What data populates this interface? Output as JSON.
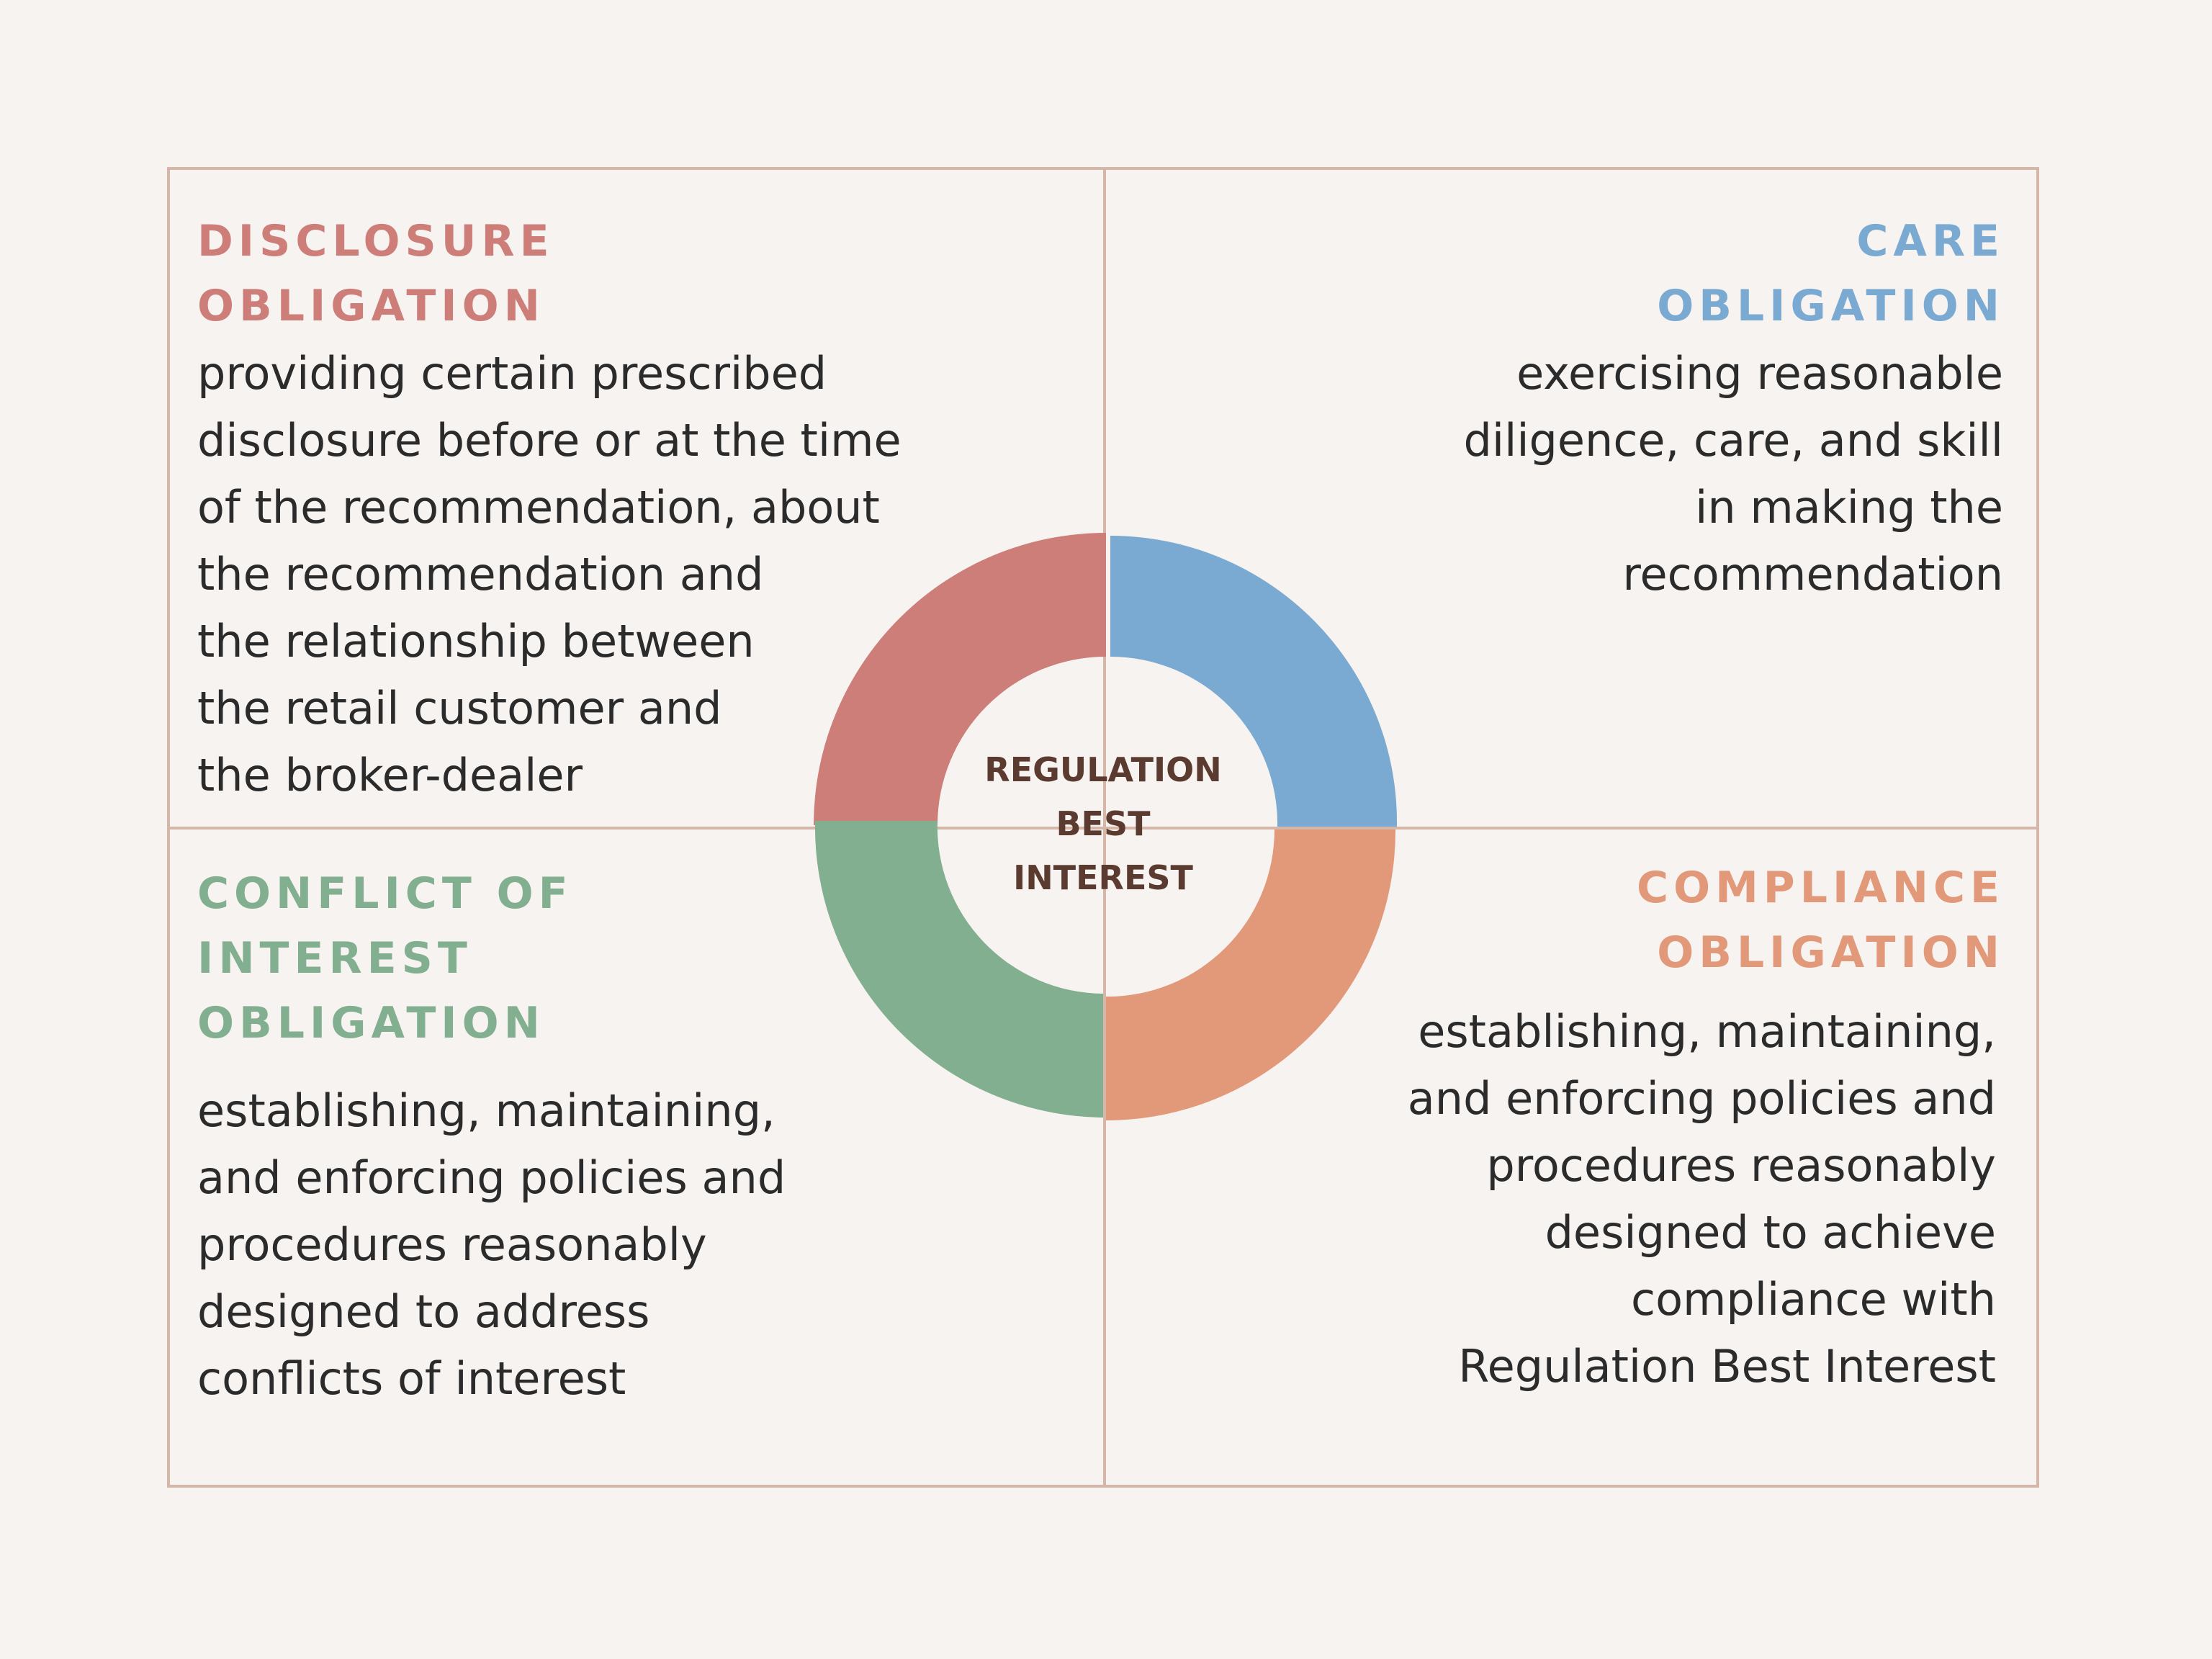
{
  "colors": {
    "disclosure": "#cd7e79",
    "care": "#7aa9d1",
    "conflict": "#81af8f",
    "compliance": "#e1997a",
    "border": "#d4b7a9",
    "center_text": "#5b3b30",
    "background": "#f7f3f0"
  },
  "center": {
    "lines": [
      "REGULATION",
      "BEST",
      "INTEREST"
    ]
  },
  "disclosure": {
    "heading": [
      "DISCLOSURE",
      "OBLIGATION"
    ],
    "body": [
      "providing certain prescribed",
      "disclosure before or at the time",
      "of the recommendation, about",
      "the recommendation and",
      "the relationship between",
      "the retail customer and",
      "the broker-dealer"
    ]
  },
  "care": {
    "heading": [
      "CARE",
      "OBLIGATION"
    ],
    "body": [
      "exercising reasonable",
      "diligence, care, and skill",
      "in making the",
      "recommendation"
    ]
  },
  "conflict": {
    "heading": [
      "CONFLICT OF",
      "INTEREST",
      "OBLIGATION"
    ],
    "body": [
      "establishing, maintaining,",
      "and enforcing policies and",
      "procedures reasonably",
      "designed to address",
      "conflicts of interest"
    ]
  },
  "compliance": {
    "heading": [
      "COMPLIANCE",
      "OBLIGATION"
    ],
    "body": [
      "establishing, maintaining,",
      "and enforcing policies and",
      "procedures reasonably",
      "designed to achieve",
      "compliance with",
      "Regulation Best Interest"
    ]
  }
}
